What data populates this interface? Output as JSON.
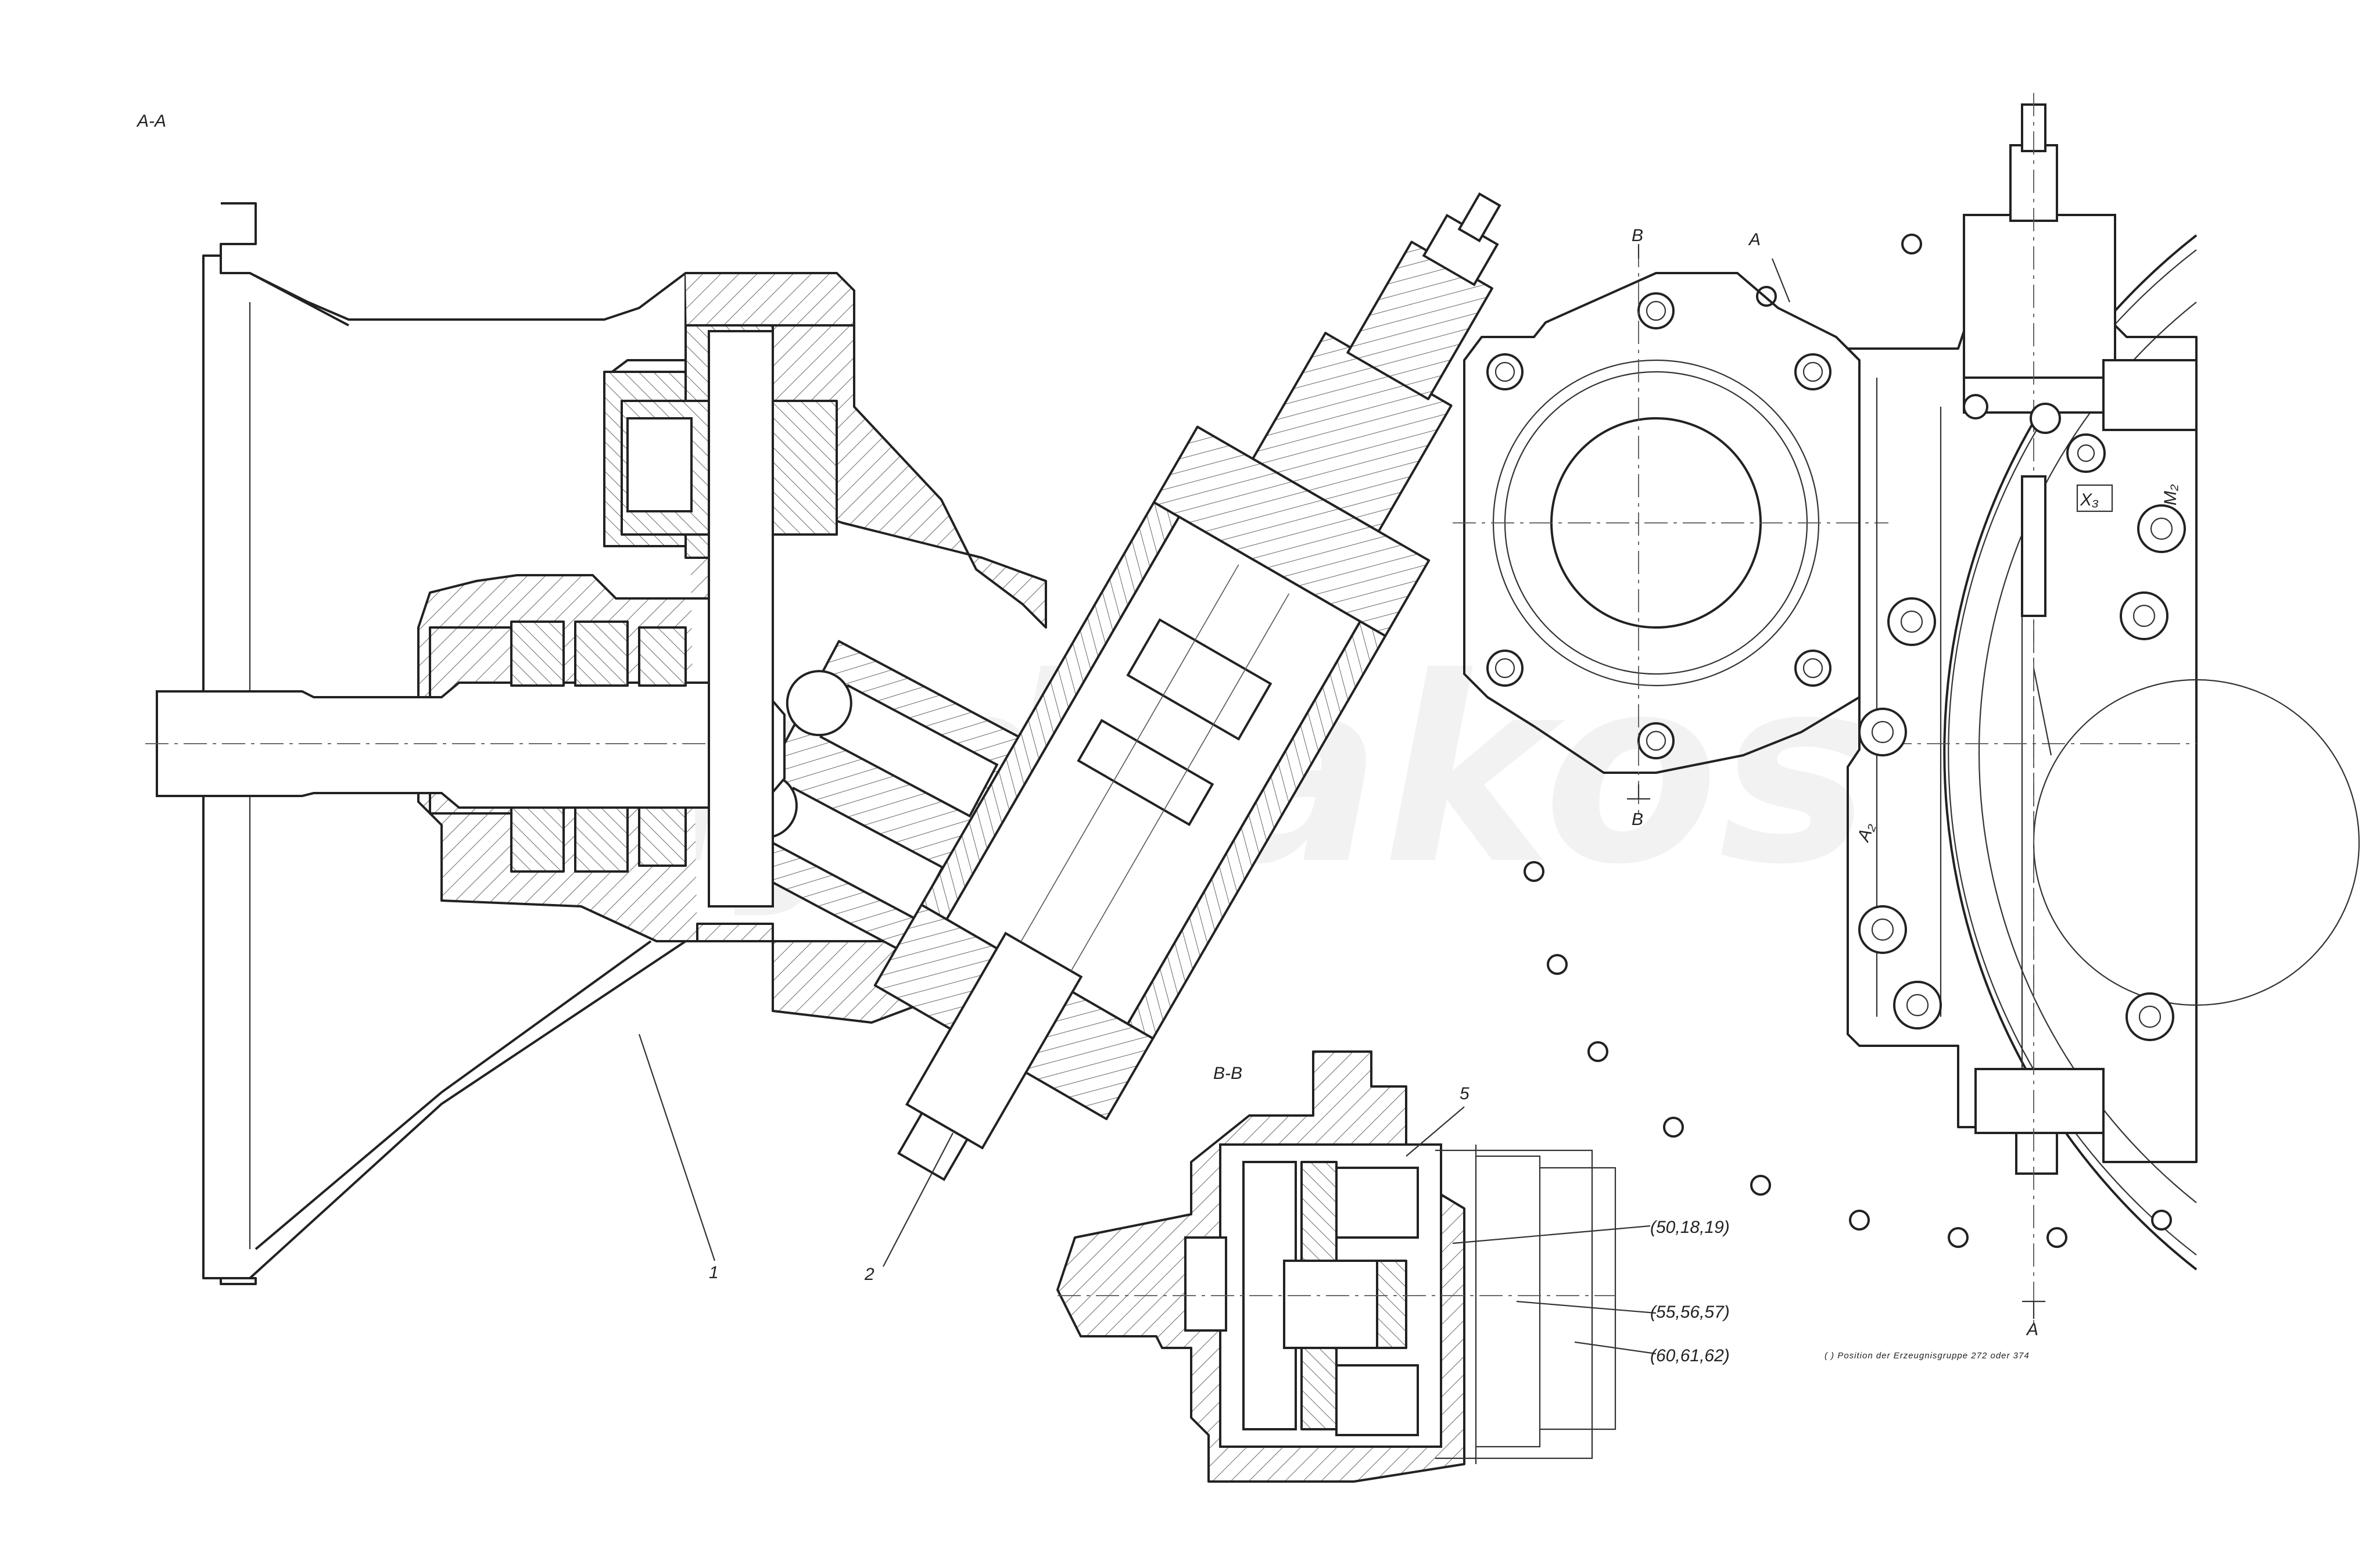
{
  "drawing": {
    "view_labels": {
      "section_aa": "A-A",
      "section_bb": "B-B",
      "cut_b_top": "B",
      "cut_b_bottom": "B",
      "cut_a_top": "A",
      "cut_a_bottom": "A"
    },
    "position_labels": {
      "housing": "1",
      "controller": "2",
      "pump_adapter": "5"
    },
    "port_labels": {
      "x3": "X₃",
      "m2": "M₂",
      "a2": "A₂"
    },
    "callouts": [
      "(50,18,19)",
      "(55,56,57)",
      "(60,61,62)"
    ],
    "footnote": "( ) Position der Erzeugnisgruppe 272 oder 374",
    "watermark": "hydrakos"
  }
}
